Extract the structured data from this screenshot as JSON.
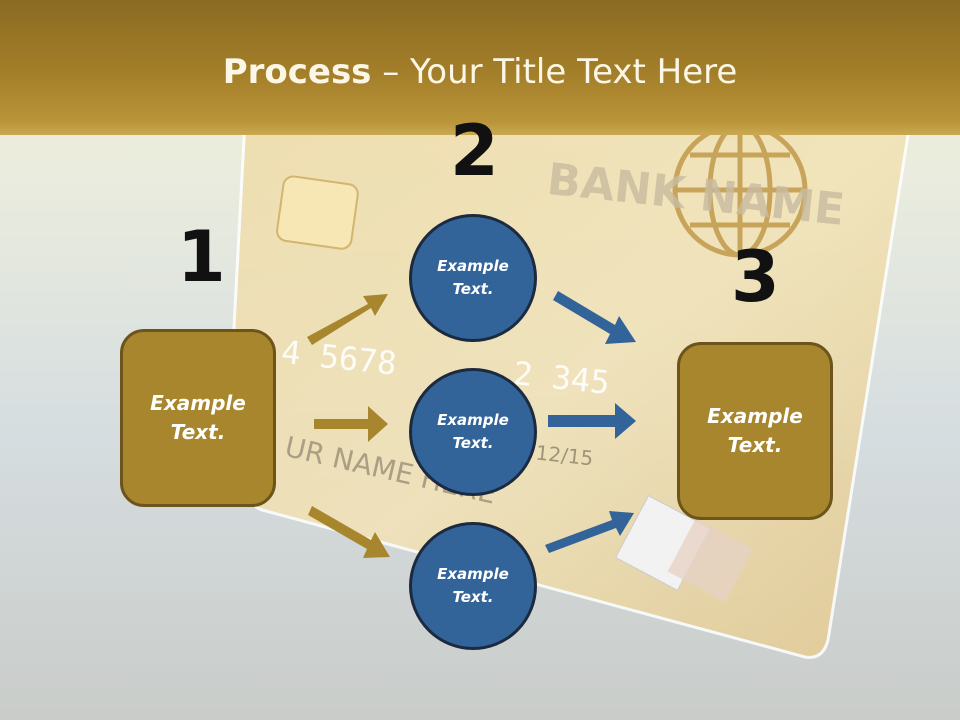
{
  "slide": {
    "title_bold": "Process",
    "title_rest": " – Your Title Text Here"
  },
  "steps": {
    "one": "1",
    "two": "2",
    "three": "3"
  },
  "boxes": {
    "left": "Example\nText.",
    "right": "Example\nText."
  },
  "circles": {
    "top": "Example\nText.",
    "middle": "Example\nText.",
    "bottom": "Example\nText."
  },
  "background_card": {
    "bank_name": "BANK NAME",
    "number_left": "4 5678",
    "number_right": "2 345",
    "expiry": "12/15",
    "holder": "UR NAME HERE"
  },
  "colors": {
    "gold": "#a8862e",
    "blue": "#326499",
    "header": "#a47f2a"
  }
}
